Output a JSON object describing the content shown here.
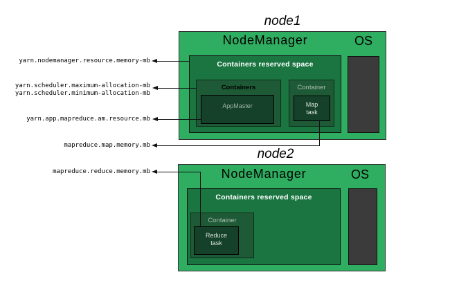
{
  "diagram": {
    "config_labels": {
      "nodemanager_memory": "yarn.nodemanager.resource.memory-mb",
      "scheduler_max": "yarn.scheduler.maximum-allocation-mb",
      "scheduler_min": "yarn.scheduler.minimum-allocation-mb",
      "am_resource": "yarn.app.mapreduce.am.resource.mb",
      "map_memory": "mapreduce.map.memory.mb",
      "reduce_memory": "mapreduce.reduce.memory.mb"
    },
    "node1": {
      "title": "node1",
      "nodemanager": "NodeManager",
      "os": "OS",
      "reserved_space": "Containers reserved space",
      "containers": "Containers",
      "appmaster": "AppMaster",
      "container": "Container",
      "map_task": "Map\ntask"
    },
    "node2": {
      "title": "node2",
      "nodemanager": "NodeManager",
      "os": "OS",
      "reserved_space": "Containers reserved space",
      "container": "Container",
      "reduce_task": "Reduce\ntask"
    },
    "colors": {
      "node_fill": "#2fad60",
      "reserved_fill": "#1a7540",
      "container_fill": "#1e5a35",
      "task_fill": "#15402a",
      "os_block_fill": "#3b3b3b",
      "line": "#111111"
    }
  }
}
